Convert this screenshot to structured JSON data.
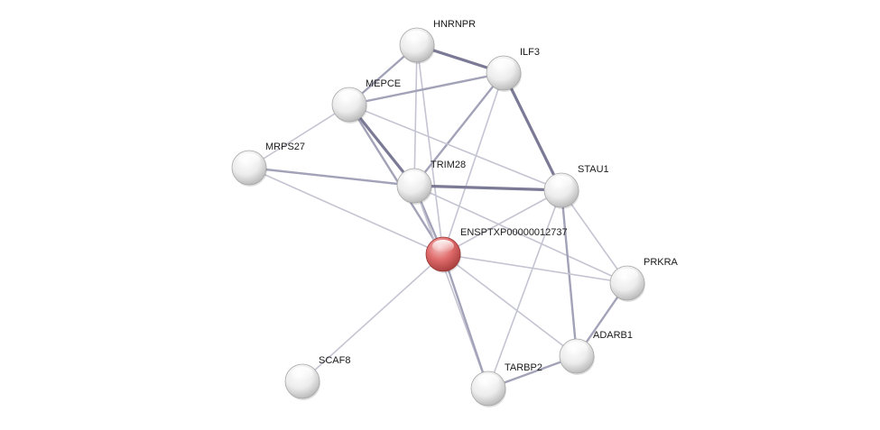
{
  "network": {
    "query_node": "ENSPTXP00000012737",
    "nodes": [
      {
        "id": "HNRNPR",
        "label": "HNRNPR",
        "query": false
      },
      {
        "id": "ILF3",
        "label": "ILF3",
        "query": false
      },
      {
        "id": "MEPCE",
        "label": "MEPCE",
        "query": false
      },
      {
        "id": "MRPS27",
        "label": "MRPS27",
        "query": false
      },
      {
        "id": "TRIM28",
        "label": "TRIM28",
        "query": false
      },
      {
        "id": "STAU1",
        "label": "STAU1",
        "query": false
      },
      {
        "id": "ENSPTXP00000012737",
        "label": "ENSPTXP00000012737",
        "query": true
      },
      {
        "id": "PRKRA",
        "label": "PRKRA",
        "query": false
      },
      {
        "id": "ADARB1",
        "label": "ADARB1",
        "query": false
      },
      {
        "id": "SCAF8",
        "label": "SCAF8",
        "query": false
      },
      {
        "id": "TARBP2",
        "label": "TARBP2",
        "query": false
      }
    ],
    "edges": [
      {
        "source": "HNRNPR",
        "target": "ILF3",
        "strength": "strong"
      },
      {
        "source": "HNRNPR",
        "target": "MEPCE",
        "strength": "medium"
      },
      {
        "source": "HNRNPR",
        "target": "TRIM28",
        "strength": "weak"
      },
      {
        "source": "HNRNPR",
        "target": "ENSPTXP00000012737",
        "strength": "weak"
      },
      {
        "source": "ILF3",
        "target": "MEPCE",
        "strength": "medium"
      },
      {
        "source": "ILF3",
        "target": "TRIM28",
        "strength": "medium"
      },
      {
        "source": "ILF3",
        "target": "STAU1",
        "strength": "strong"
      },
      {
        "source": "ILF3",
        "target": "ENSPTXP00000012737",
        "strength": "weak"
      },
      {
        "source": "MEPCE",
        "target": "MRPS27",
        "strength": "weak"
      },
      {
        "source": "MEPCE",
        "target": "TRIM28",
        "strength": "strong"
      },
      {
        "source": "MEPCE",
        "target": "STAU1",
        "strength": "weak"
      },
      {
        "source": "MEPCE",
        "target": "ENSPTXP00000012737",
        "strength": "medium"
      },
      {
        "source": "MRPS27",
        "target": "TRIM28",
        "strength": "medium"
      },
      {
        "source": "MRPS27",
        "target": "ENSPTXP00000012737",
        "strength": "weak"
      },
      {
        "source": "TRIM28",
        "target": "STAU1",
        "strength": "strong"
      },
      {
        "source": "TRIM28",
        "target": "ENSPTXP00000012737",
        "strength": "medium"
      },
      {
        "source": "TRIM28",
        "target": "TARBP2",
        "strength": "weak"
      },
      {
        "source": "TRIM28",
        "target": "PRKRA",
        "strength": "weak"
      },
      {
        "source": "STAU1",
        "target": "ENSPTXP00000012737",
        "strength": "weak"
      },
      {
        "source": "STAU1",
        "target": "PRKRA",
        "strength": "weak"
      },
      {
        "source": "STAU1",
        "target": "ADARB1",
        "strength": "medium"
      },
      {
        "source": "STAU1",
        "target": "TARBP2",
        "strength": "weak"
      },
      {
        "source": "ENSPTXP00000012737",
        "target": "PRKRA",
        "strength": "weak"
      },
      {
        "source": "ENSPTXP00000012737",
        "target": "ADARB1",
        "strength": "weak"
      },
      {
        "source": "ENSPTXP00000012737",
        "target": "TARBP2",
        "strength": "medium"
      },
      {
        "source": "ENSPTXP00000012737",
        "target": "SCAF8",
        "strength": "weak"
      },
      {
        "source": "PRKRA",
        "target": "ADARB1",
        "strength": "medium"
      },
      {
        "source": "ADARB1",
        "target": "TARBP2",
        "strength": "medium"
      }
    ]
  },
  "colors": {
    "node_fill": "#f2f2f2",
    "query_node_fill": "#e05a5a",
    "edge_weak": "#c4c4d2",
    "edge_medium": "#a2a2b8",
    "edge_strong": "#7a7a96"
  }
}
